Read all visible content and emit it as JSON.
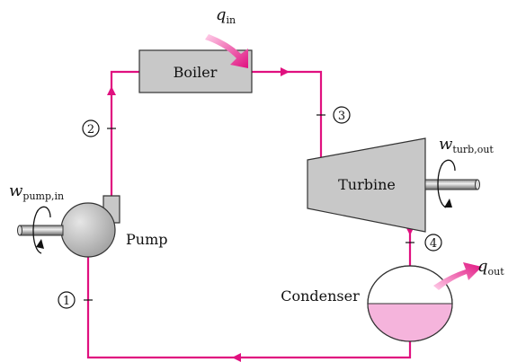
{
  "components": {
    "boiler": "Boiler",
    "turbine": "Turbine",
    "pump": "Pump",
    "condenser": "Condenser"
  },
  "states": [
    "1",
    "2",
    "3",
    "4"
  ],
  "heat_work": {
    "q_in": {
      "main": "q",
      "sub": "in"
    },
    "q_out": {
      "main": "q",
      "sub": "out"
    },
    "w_turb_out": {
      "main": "w",
      "sub": "turb,out"
    },
    "w_pump_in": {
      "main": "w",
      "sub": "pump,in"
    }
  },
  "colors": {
    "loop": "#e0107f",
    "component_fill": "#c8c8c8",
    "condenser_liquid": "#f5b4dc",
    "arrow": "#e0107f"
  }
}
